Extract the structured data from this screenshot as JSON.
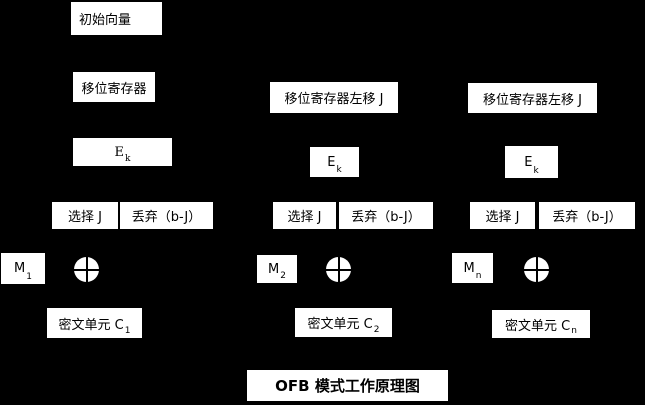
{
  "diagram": {
    "title": "OFB 模式工作原理图",
    "colors": {
      "background": "#000000",
      "box_fill": "#ffffff",
      "box_text": "#000000"
    },
    "columns": [
      {
        "iv_label": "初始向量",
        "shift_label": "移位寄存器",
        "ek": {
          "base": "E",
          "sub": "k"
        },
        "select_label": "选择 J",
        "discard_label": "丢弃（b-J）",
        "m": {
          "base": "M",
          "sub": "1"
        },
        "xor_icon": "xor-circle-plus",
        "cipher": {
          "base": "密文单元 C",
          "sub": "1"
        }
      },
      {
        "shift_label": "移位寄存器左移 J",
        "ek": {
          "base": "E",
          "sub": "k"
        },
        "select_label": "选择 J",
        "discard_label": "丢弃（b-J）",
        "m": {
          "base": "M",
          "sub": "2"
        },
        "xor_icon": "xor-circle-plus",
        "cipher": {
          "base": "密文单元 C",
          "sub": "2"
        }
      },
      {
        "shift_label": "移位寄存器左移 J",
        "ek": {
          "base": "E",
          "sub": "k"
        },
        "select_label": "选择 J",
        "discard_label": "丢弃（b-J）",
        "m": {
          "base": "M",
          "sub": "n"
        },
        "xor_icon": "xor-circle-plus",
        "cipher": {
          "base": "密文单元 C",
          "sub": "n"
        }
      }
    ]
  }
}
